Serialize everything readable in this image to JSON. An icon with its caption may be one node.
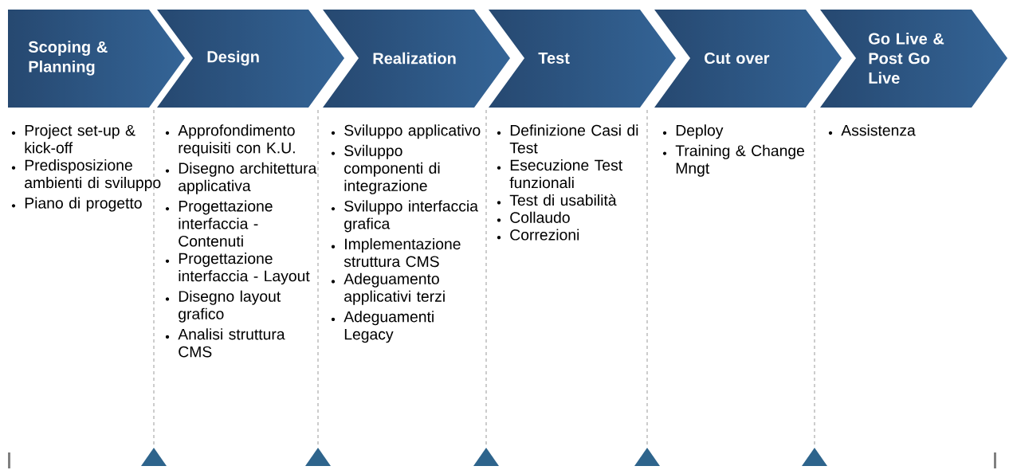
{
  "diagram": {
    "nodes": [
      {
        "text": [
          "Scoping & Planning"
        ],
        "beside": [
          "Project set-up & kick-off",
          "Predisposizione ambienti di sviluppo",
          "Piano di progetto"
        ]
      },
      {
        "text": [
          "Design"
        ],
        "beside": [
          "Approfondimento requisiti con K.U.",
          "Disegno architettura applicativa",
          "Progettazione interfaccia - Contenuti",
          "Progettazione interfaccia - Layout",
          "Disegno layout grafico",
          "Analisi struttura CMS"
        ]
      },
      {
        "text": [
          "Realization"
        ],
        "beside": [
          "Sviluppo applicativo",
          "Sviluppo componenti di integrazione",
          "Sviluppo interfaccia grafica",
          "Implementazione struttura CMS",
          "Adeguamento applicativi terzi",
          "Adeguamenti Legacy"
        ]
      },
      {
        "text": [
          "Test"
        ],
        "beside": [
          "Definizione Casi di Test",
          "Esecuzione Test funzionali",
          "Test di usabilità",
          "Collaudo",
          "Correzioni"
        ]
      },
      {
        "text": [
          "Cut over"
        ],
        "beside": [
          "Deploy",
          "Training & Change Mngt"
        ]
      },
      {
        "text": [
          "Go Live & Post Go Live"
        ],
        "beside": [
          "Assistenza"
        ]
      }
    ]
  }
}
